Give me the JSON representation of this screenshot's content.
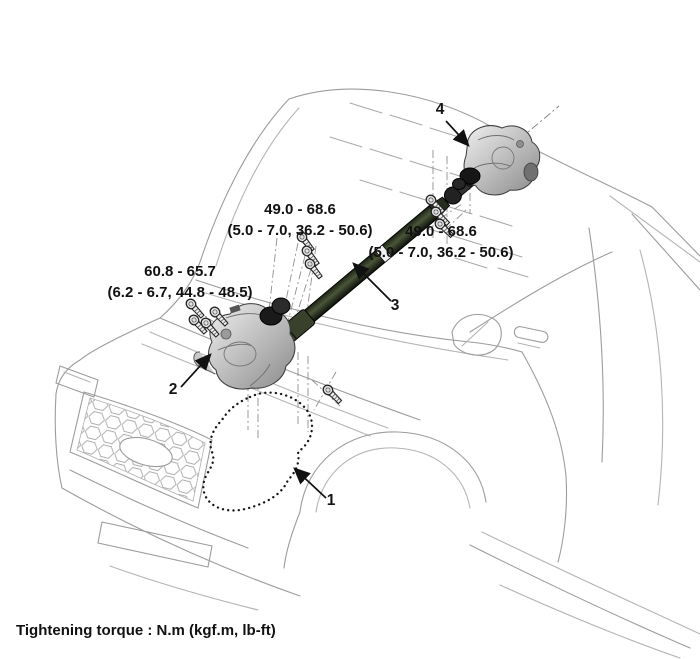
{
  "torque_labels": [
    {
      "id": "propshaft-front-bolts",
      "line1": "49.0 - 68.6",
      "line2": "(5.0 - 7.0, 36.2 - 50.6)"
    },
    {
      "id": "propshaft-rear-bolts",
      "line1": "49.0 - 68.6",
      "line2": "(5.0 - 7.0, 36.2 - 50.6)"
    },
    {
      "id": "transfer-case-bolts",
      "line1": "60.8 - 65.7",
      "line2": "(6.2 - 6.7, 44.8 - 48.5)"
    }
  ],
  "callouts": [
    {
      "number": "1"
    },
    {
      "number": "2"
    },
    {
      "number": "3"
    },
    {
      "number": "4"
    }
  ],
  "footer": {
    "text": "Tightening torque : N.m (kgf.m, lb-ft)"
  },
  "colors": {
    "line_art": "#9c9c9c",
    "shaft_dark_green": "#2c3521",
    "part_gray": "#b5b5b5",
    "text": "#111111"
  }
}
